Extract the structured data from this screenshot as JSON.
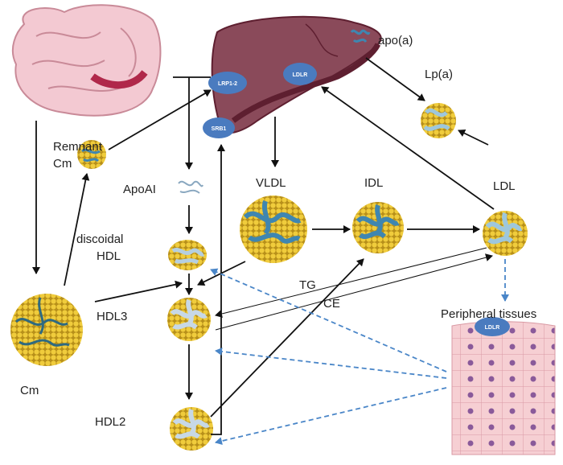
{
  "labels": {
    "apoa": "apo(a)",
    "lpa": "Lp(a)",
    "remnant_line1": "Remnant",
    "remnant_line2": "Cm",
    "apoai": "ApoAI",
    "discoidal_line1": "discoidal",
    "discoidal_line2": "HDL",
    "vldl": "VLDL",
    "idl": "IDL",
    "ldl": "LDL",
    "tg": "TG",
    "ce": "CE",
    "hdl3": "HDL3",
    "hdl2": "HDL2",
    "cm": "Cm",
    "peripheral": "Peripheral tissues"
  },
  "receptors": {
    "lrp": "LRP1-2",
    "srb1": "SRB1",
    "ldlr_liver": "LDLR",
    "ldlr_tissue": "LDLR"
  },
  "colors": {
    "liver": "#8a4a5a",
    "liver_dark": "#5e1f30",
    "receptor": "#4a7bbf",
    "lipid": "#e8c23a",
    "protein": "#3f86b0",
    "intestine": "#f3c9d2",
    "tissue": "#f4c8cc",
    "dashed_arrow": "#4a86c8"
  }
}
